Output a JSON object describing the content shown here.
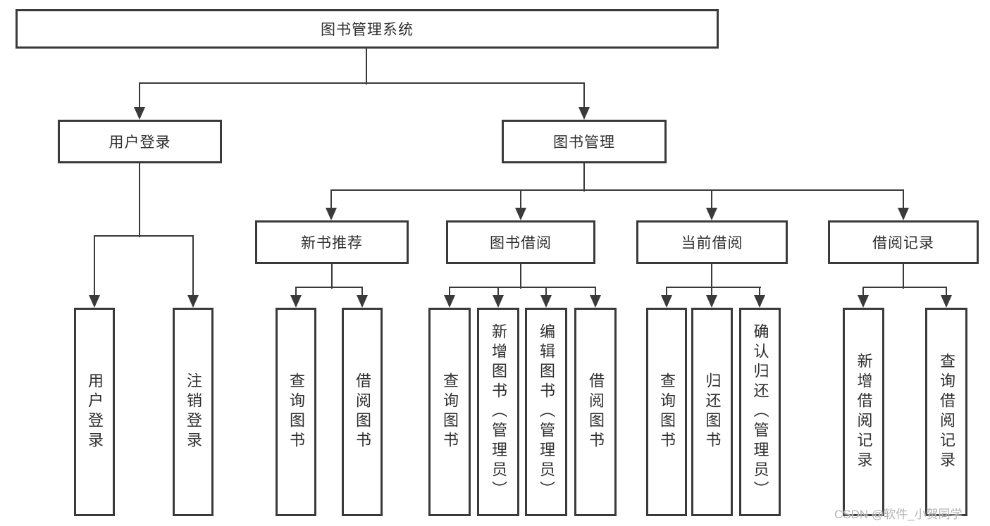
{
  "title": {
    "label": "图书管理系统"
  },
  "branches": {
    "user_login": {
      "label": "用户登录",
      "children": [
        {
          "label": "用户登录"
        },
        {
          "label": "注销登录"
        }
      ]
    },
    "book_management": {
      "label": "图书管理",
      "children": [
        {
          "label": "新书推荐",
          "children": [
            {
              "label": "查询图书"
            },
            {
              "label": "借阅图书"
            }
          ]
        },
        {
          "label": "图书借阅",
          "children": [
            {
              "label": "查询图书"
            },
            {
              "label": "新增图书（管理员）"
            },
            {
              "label": "编辑图书（管理员）"
            },
            {
              "label": "借阅图书"
            }
          ]
        },
        {
          "label": "当前借阅",
          "children": [
            {
              "label": "查询图书"
            },
            {
              "label": "归还图书"
            },
            {
              "label": "确认归还（管理员）"
            }
          ]
        },
        {
          "label": "借阅记录",
          "children": [
            {
              "label": "新增借阅记录"
            },
            {
              "label": "查询借阅记录"
            }
          ]
        }
      ]
    }
  },
  "watermark": {
    "text": "CSDN @软件_小贺同学"
  },
  "colors": {
    "line": "#3a3a3a",
    "text": "#2f2f2f",
    "watermark": "#b3b3b3",
    "background": "#ffffff"
  }
}
